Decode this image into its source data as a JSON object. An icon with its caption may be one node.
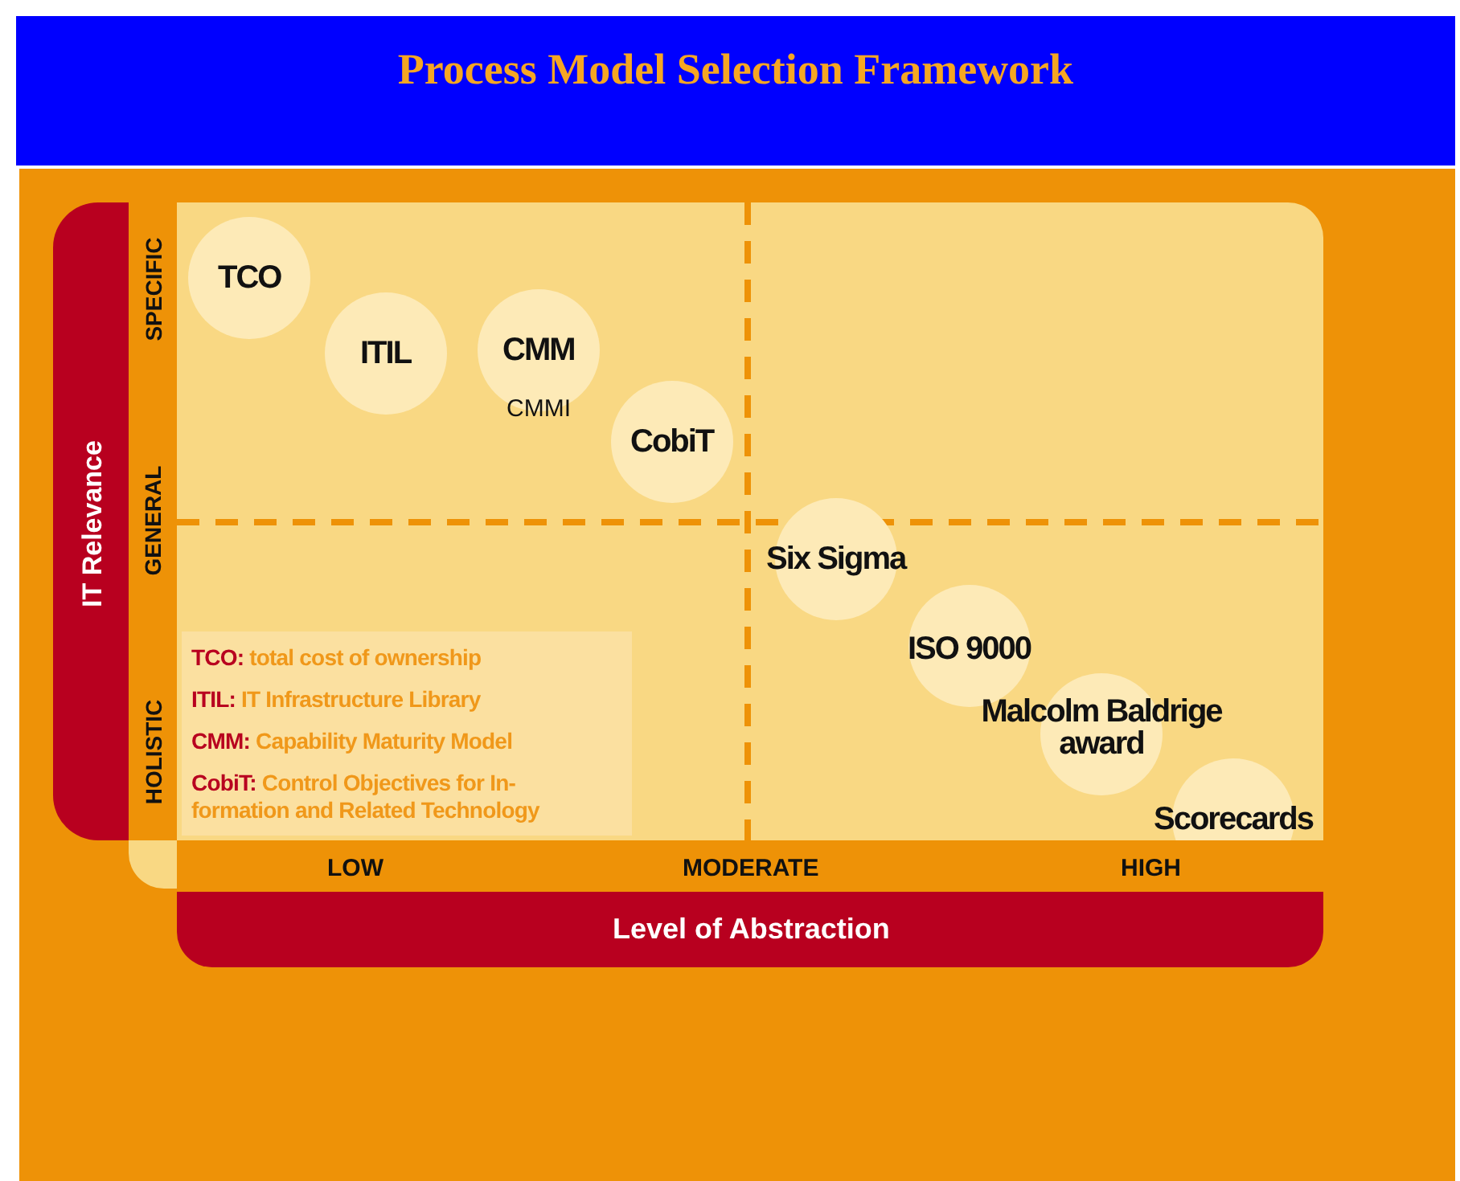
{
  "diagram": {
    "title": "Process Model Selection Framework",
    "nodes": [
      {
        "text": [
          "TCO"
        ]
      },
      {
        "text": [
          "ITIL"
        ]
      },
      {
        "text": [
          "CMM",
          "CMMI"
        ]
      },
      {
        "text": [
          "CobiT"
        ]
      },
      {
        "text": [
          "Six Sigma"
        ]
      },
      {
        "text": [
          "ISO 9000"
        ]
      },
      {
        "text": [
          "Malcolm Baldrige award"
        ]
      },
      {
        "text": [
          "Scorecards"
        ]
      }
    ],
    "labels": [
      "IT Relevance",
      "SPECIFIC",
      "GENERAL",
      "HOLISTIC",
      "**TCO:** total cost of ownership",
      "**ITIL:** IT Infrastructure Library",
      "**CMM:** Capability Maturity Model",
      "**CobiT:** Control Objectives for In-formation and Related Technology",
      "LOW",
      "MODERATE",
      "HIGH",
      "Level of Abstraction"
    ]
  }
}
